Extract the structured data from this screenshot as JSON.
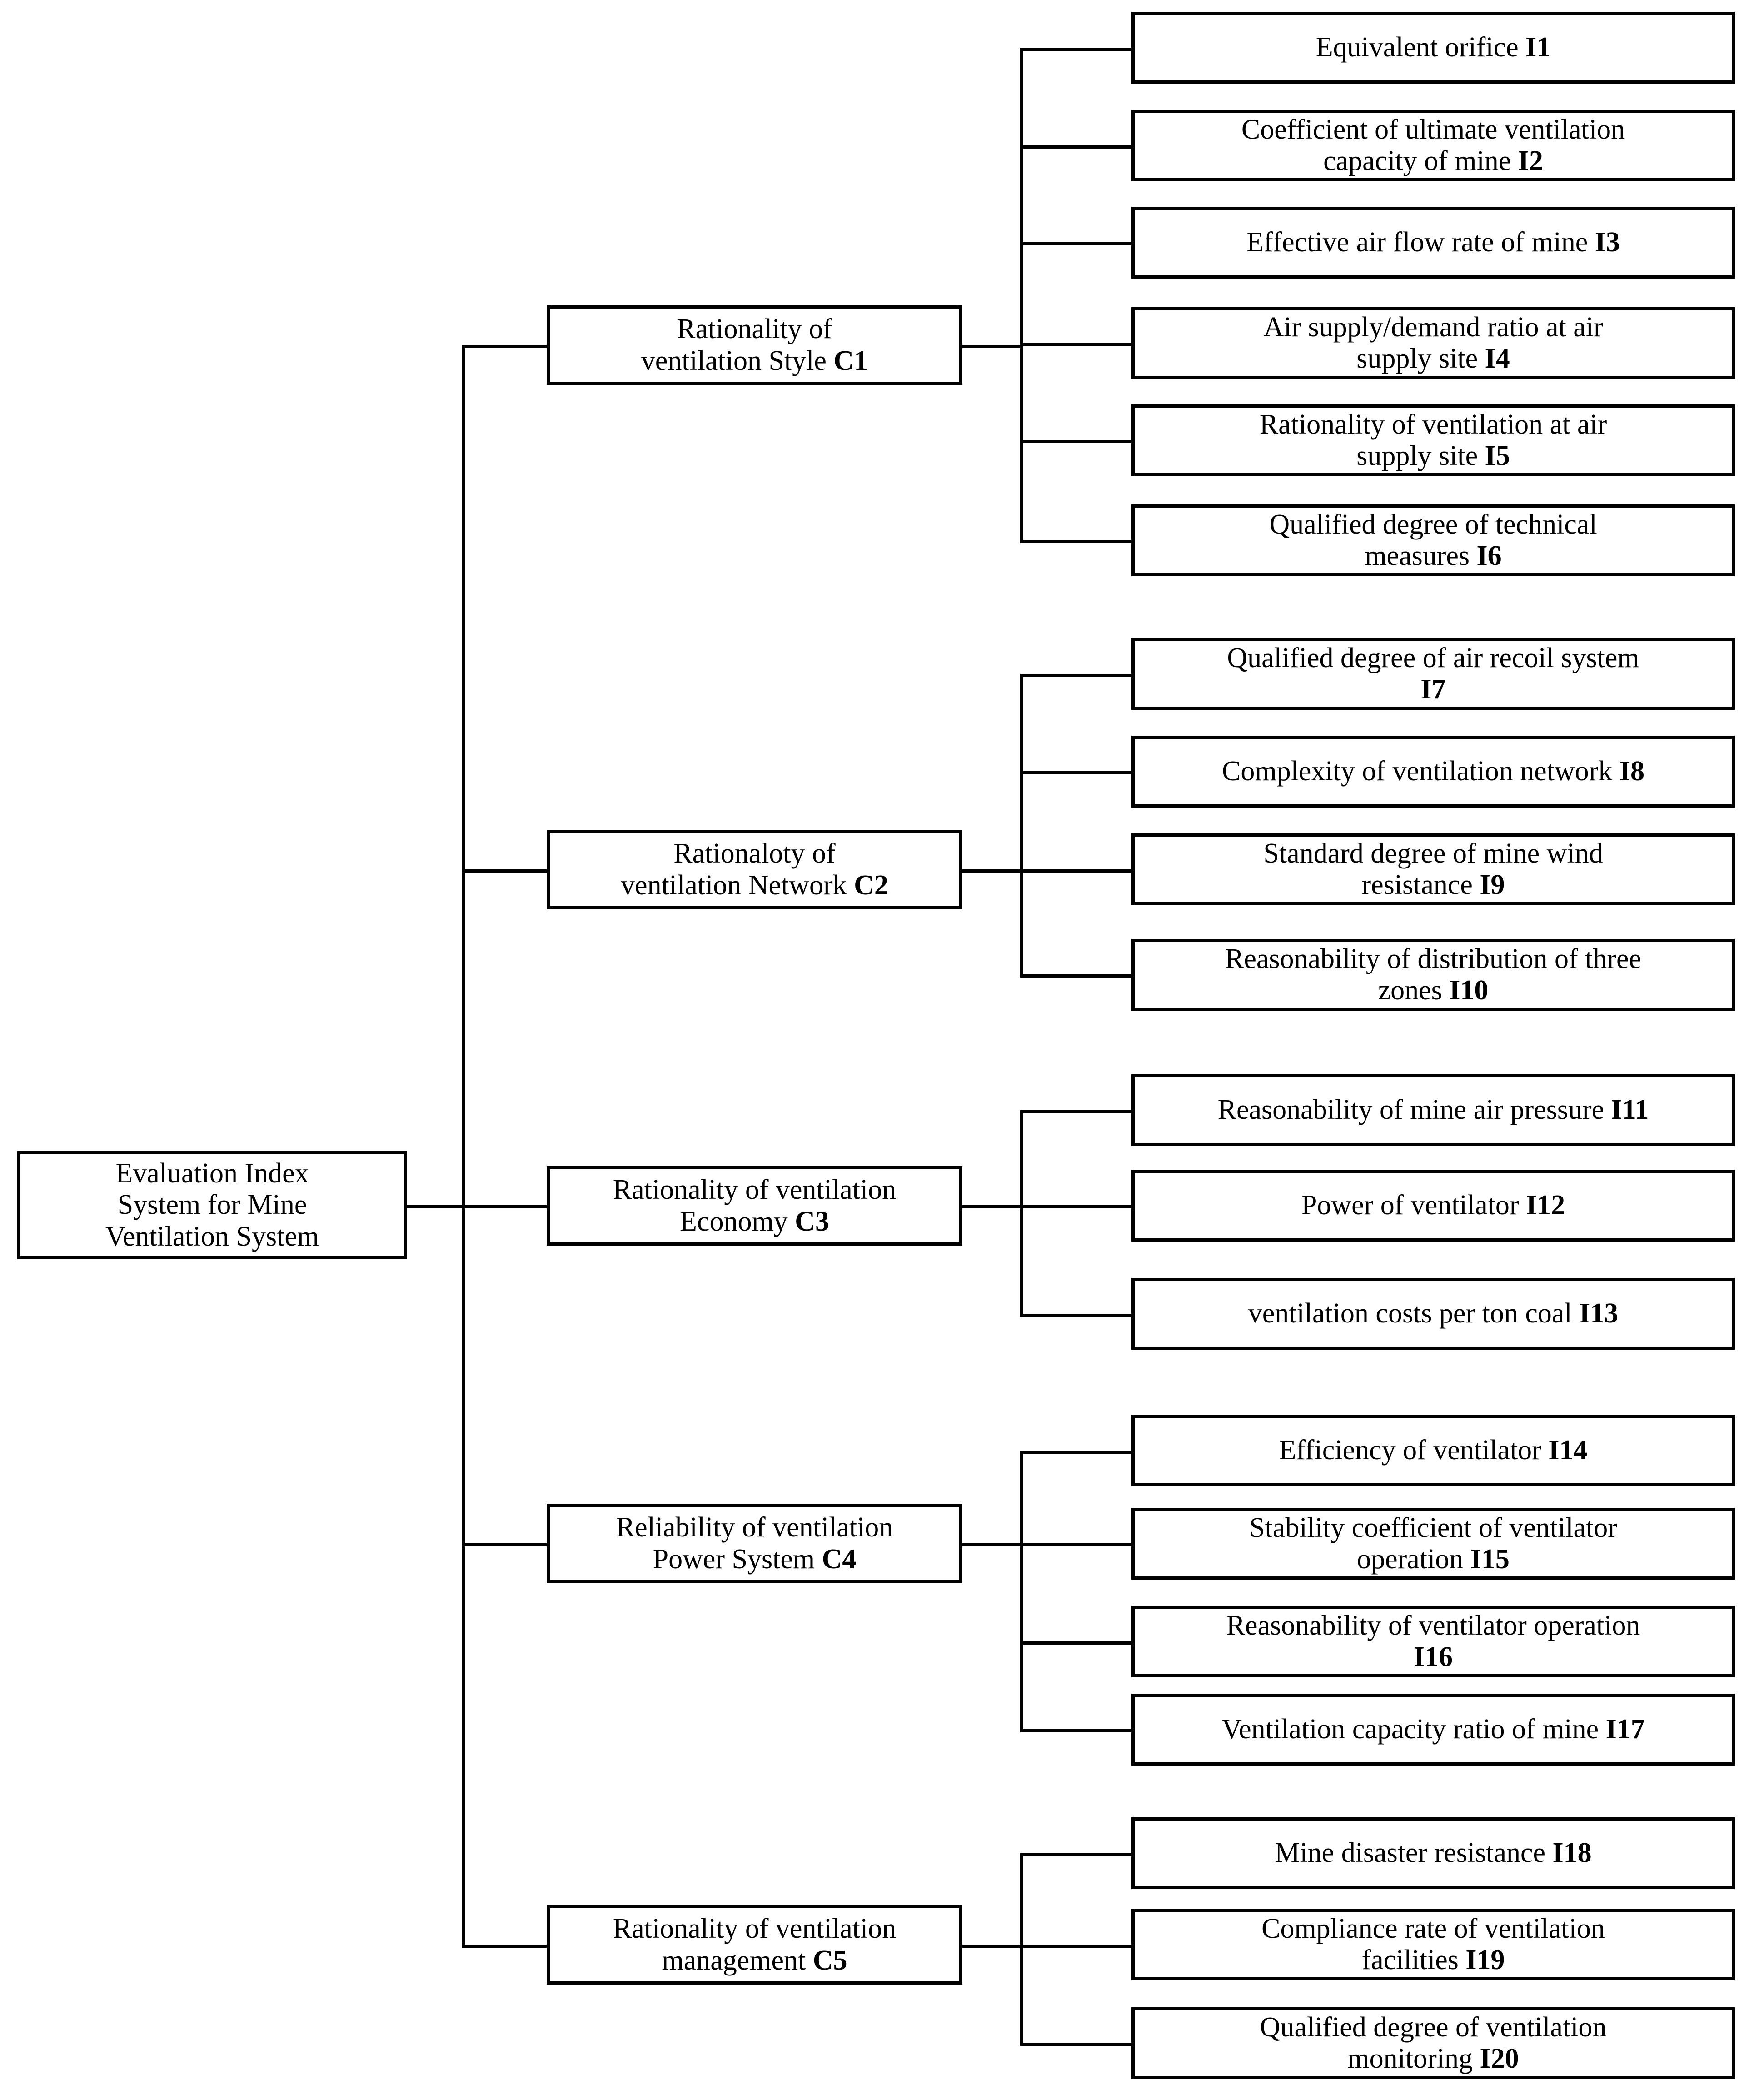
{
  "diagram": {
    "type": "hierarchy-tree",
    "title": "Evaluation Index System for Mine Ventilation System",
    "root": {
      "label": "Evaluation Index System for Mine Ventilation System",
      "line1": "Evaluation Index",
      "line2": "System for Mine",
      "line3": "Ventilation System"
    },
    "criteria": [
      {
        "code": "C1",
        "name": "Rationality of ventilation Style",
        "line1": "Rationality of",
        "line2": "ventilation Style ",
        "indicators": [
          {
            "code": "I1",
            "name": "Equivalent orifice",
            "line1": "Equivalent orifice ",
            "line2": ""
          },
          {
            "code": "I2",
            "name": "Coefficient of ultimate ventilation capacity of mine",
            "line1": "Coefficient of ultimate ventilation",
            "line2": "capacity of mine "
          },
          {
            "code": "I3",
            "name": "Effective air flow rate of mine",
            "line1": "Effective air flow rate of mine ",
            "line2": ""
          },
          {
            "code": "I4",
            "name": "Air supply/demand ratio at air supply site",
            "line1": "Air supply/demand ratio at air",
            "line2": "supply site "
          },
          {
            "code": "I5",
            "name": "Rationality of ventilation at air supply site",
            "line1": "Rationality of ventilation at air",
            "line2": "supply site "
          },
          {
            "code": "I6",
            "name": "Qualified degree of technical measures",
            "line1": "Qualified degree of technical",
            "line2": "measures "
          }
        ]
      },
      {
        "code": "C2",
        "name": "Rationaloty of ventilation Network",
        "line1": "Rationaloty of",
        "line2": "ventilation Network ",
        "indicators": [
          {
            "code": "I7",
            "name": "Qualified degree of air recoil system",
            "line1": "Qualified degree of air recoil system",
            "line2": ""
          },
          {
            "code": "I8",
            "name": "Complexity of ventilation network",
            "line1": "Complexity of ventilation network ",
            "line2": ""
          },
          {
            "code": "I9",
            "name": "Standard degree of mine wind resistance",
            "line1": "Standard degree of mine wind",
            "line2": "resistance "
          },
          {
            "code": "I10",
            "name": "Reasonability of distribution of three zones",
            "line1": "Reasonability of distribution of three",
            "line2": "zones "
          }
        ]
      },
      {
        "code": "C3",
        "name": "Rationality of ventilation Economy",
        "line1": "Rationality of ventilation",
        "line2": "Economy ",
        "indicators": [
          {
            "code": "I11",
            "name": "Reasonability of mine air pressure",
            "line1": "Reasonability of mine air pressure ",
            "line2": ""
          },
          {
            "code": "I12",
            "name": "Power of ventilator",
            "line1": "Power of ventilator ",
            "line2": ""
          },
          {
            "code": "I13",
            "name": "ventilation costs per ton coal",
            "line1": "ventilation costs per ton coal ",
            "line2": ""
          }
        ]
      },
      {
        "code": "C4",
        "name": "Reliability of ventilation Power System",
        "line1": "Reliability of ventilation",
        "line2": "Power System ",
        "indicators": [
          {
            "code": "I14",
            "name": "Efficiency of ventilator",
            "line1": "Efficiency of ventilator ",
            "line2": ""
          },
          {
            "code": "I15",
            "name": "Stability coefficient of ventilator operation",
            "line1": "Stability coefficient of ventilator",
            "line2": "operation "
          },
          {
            "code": "I16",
            "name": "Reasonability of ventilator operation",
            "line1": "Reasonability of ventilator operation",
            "line2": ""
          },
          {
            "code": "I17",
            "name": "Ventilation capacity ratio of mine",
            "line1": "Ventilation capacity ratio of mine ",
            "line2": ""
          }
        ]
      },
      {
        "code": "C5",
        "name": "Rationality of ventilation management",
        "line1": "Rationality of ventilation",
        "line2": "management ",
        "indicators": [
          {
            "code": "I18",
            "name": "Mine disaster resistance",
            "line1": "Mine disaster resistance ",
            "line2": ""
          },
          {
            "code": "I19",
            "name": "Compliance rate of ventilation facilities",
            "line1": "Compliance rate of ventilation",
            "line2": "facilities "
          },
          {
            "code": "I20",
            "name": "Qualified degree of ventilation monitoring",
            "line1": "Qualified degree of ventilation",
            "line2": "monitoring "
          }
        ]
      }
    ],
    "colors": {
      "stroke": "#000000",
      "fill": "#ffffff",
      "text": "#000000"
    }
  }
}
